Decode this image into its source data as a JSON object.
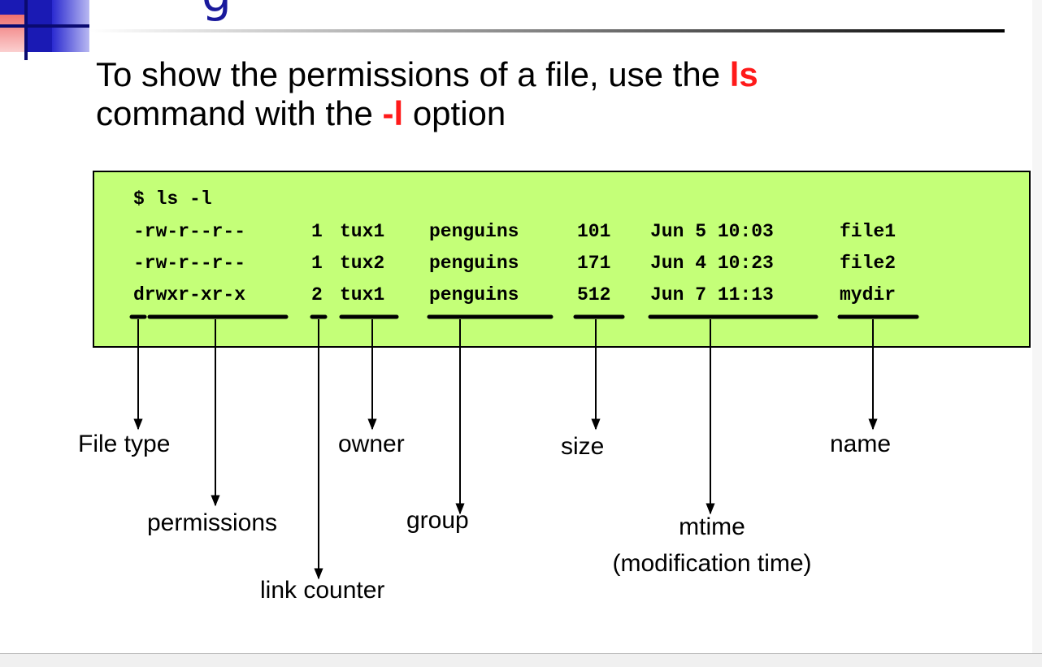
{
  "slide": {
    "title_fragment": "g",
    "intro": {
      "line1_prefix": "To show the permissions of a file, use the ",
      "cmd": "ls",
      "line2_prefix": "command with the ",
      "option": "-l",
      "line2_suffix": " option"
    }
  },
  "terminal": {
    "background": "#c4ff78",
    "prompt": "$ ls -l",
    "rows": [
      {
        "perms": "-rw-r--r--",
        "links": "1",
        "owner": "tux1",
        "group": "penguins",
        "size": "101",
        "mtime": "Jun 5 10:03",
        "name": "file1"
      },
      {
        "perms": "-rw-r--r--",
        "links": "1",
        "owner": "tux2",
        "group": "penguins",
        "size": "171",
        "mtime": "Jun 4 10:23",
        "name": "file2"
      },
      {
        "perms": "drwxr-xr-x",
        "links": "2",
        "owner": "tux1",
        "group": "penguins",
        "size": "512",
        "mtime": "Jun 7 11:13",
        "name": "mydir"
      }
    ]
  },
  "labels": {
    "file_type": "File type",
    "permissions": "permissions",
    "link_counter": "link counter",
    "owner": "owner",
    "group": "group",
    "size": "size",
    "mtime": "mtime",
    "mtime_desc": "(modification time)",
    "name": "name"
  },
  "colors": {
    "keyword": "#ff1a1a",
    "title": "#1a1a9c"
  }
}
